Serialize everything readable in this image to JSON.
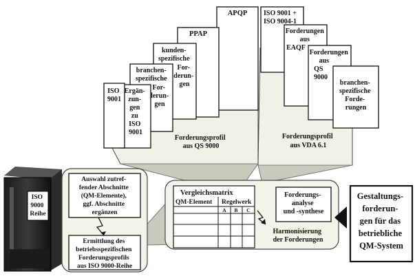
{
  "stack_qs9000": {
    "sheets": [
      {
        "id": "apqp",
        "lines": [
          "APQP"
        ]
      },
      {
        "id": "ppap",
        "lines": [
          "PPAP"
        ]
      },
      {
        "id": "kunden",
        "lines": [
          "kunden-",
          "spezifische",
          "For-",
          "derun-",
          "gen"
        ]
      },
      {
        "id": "branchen",
        "lines": [
          "branchen-",
          "spezifische",
          "For-",
          "derun-",
          "gen"
        ]
      },
      {
        "id": "ergaenzungen",
        "lines": [
          "Ergän-",
          "zun-",
          "gen",
          "zu",
          "ISO",
          "9001"
        ]
      },
      {
        "id": "iso9001",
        "lines": [
          "ISO",
          "9001"
        ]
      }
    ],
    "caption": [
      "Forderungsprofil",
      "aus QS 9000"
    ]
  },
  "stack_vda": {
    "sheets": [
      {
        "id": "iso9004",
        "lines": [
          "ISO 9001 +",
          "ISO 9004-1"
        ]
      },
      {
        "id": "eaqf",
        "lines": [
          "Forderungen",
          "aus",
          "EAQF"
        ]
      },
      {
        "id": "qs9000",
        "lines": [
          "Forderungen",
          "aus",
          "QS",
          "9000"
        ]
      },
      {
        "id": "branchen",
        "lines": [
          "branchen-",
          "spezifische",
          "Forde-",
          "rungen"
        ]
      }
    ],
    "caption": [
      "Forderungsprofil",
      "aus VDA 6.1"
    ]
  },
  "binder": {
    "lines": [
      "ISO",
      "9000",
      "Reihe"
    ]
  },
  "selection_box": {
    "lines": [
      "Auswahl zutref-",
      "fender Abschnitte",
      "(QM-Elemente),",
      "ggf. Abschnitte",
      "ergänzen"
    ]
  },
  "determination_box": {
    "lines": [
      "Ermittlung des",
      "betriebsspezifischen",
      "Forderungsprofils",
      "aus ISO 9000-Reihe"
    ]
  },
  "matrix": {
    "title": "Vergleichsmatrix",
    "col1": "QM-Element",
    "col2": "Regelwerk",
    "subcols": [
      "A",
      "B",
      "C"
    ]
  },
  "analysis_box": {
    "lines": [
      "Forderungs-",
      "analyse",
      "und -synthese"
    ]
  },
  "harmonization": {
    "lines": [
      "Harmonisierung",
      "der Forderungen"
    ]
  },
  "result_box": {
    "lines": [
      "Gestaltungs-",
      "forderun-",
      "gen für das",
      "betriebliche",
      "QM-System"
    ]
  }
}
